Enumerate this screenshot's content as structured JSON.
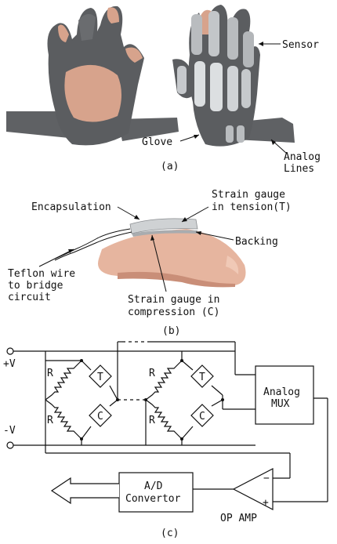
{
  "panel_a": {
    "labels": {
      "sensor": "Sensor",
      "glove": "Glove",
      "analog_line1": "Analog",
      "analog_line2": "Lines"
    },
    "caption": "(a)",
    "colors": {
      "skin": "#d7a38c",
      "glove": "#5a5c5f",
      "glove_dark": "#3f4144",
      "sensor": "#b9bcbf",
      "sensor_light": "#dcdfe1"
    }
  },
  "panel_b": {
    "labels": {
      "encapsulation": "Encapsulation",
      "tension1": "Strain gauge",
      "tension2": "in tension(T)",
      "backing": "Backing",
      "teflon1": "Teflon wire",
      "teflon2": "to bridge",
      "teflon3": "circuit",
      "compression1": "Strain gauge in",
      "compression2": "compression (C)"
    },
    "caption": "(b)",
    "colors": {
      "finger": "#e6b59f",
      "finger_shadow": "#c98e78",
      "gauge": "#cfd2d4"
    }
  },
  "panel_c": {
    "labels": {
      "plus_v": "+V",
      "minus_v": "-V",
      "r": "R",
      "t": "T",
      "c": "C",
      "mux1": "Analog",
      "mux2": "MUX",
      "ad1": "A/D",
      "ad2": "Convertor",
      "minus": "−",
      "plus": "+",
      "opamp": "OP AMP"
    },
    "caption": "(c)"
  }
}
